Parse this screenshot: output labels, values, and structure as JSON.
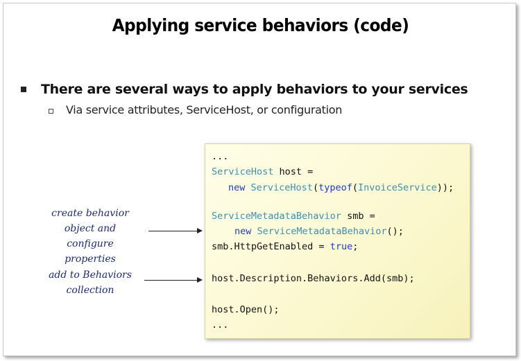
{
  "slide": {
    "title": "Applying service behaviors (code)",
    "bullet_level1": "There are several ways to apply behaviors to your services",
    "bullet_level2": "Via service attributes, ServiceHost, or configuration"
  },
  "code": {
    "line1": "...",
    "line2_type": "ServiceHost",
    "line2_rest": " host =",
    "line3_kw_new": "new",
    "line3_type": "ServiceHost",
    "line3_open": "(",
    "line3_kw_typeof": "typeof",
    "line3_paren": "(",
    "line3_type2": "InvoiceService",
    "line3_close": "));",
    "line5_type": "ServiceMetadataBehavior",
    "line5_rest": " smb =",
    "line6_kw_new": "new",
    "line6_type": "ServiceMetadataBehavior",
    "line6_rest": "();",
    "line7_prefix": "smb.HttpGetEnabled = ",
    "line7_kw": "true",
    "line7_suffix": ";",
    "line9": "host.Description.Behaviors.Add(smb);",
    "line11": "host.Open();",
    "line12": "..."
  },
  "annotations": {
    "note1_line1": "create behavior",
    "note1_line2": "object and configure",
    "note1_line3": "properties",
    "note2_line1": "add to Behaviors",
    "note2_line2": "collection"
  },
  "colors": {
    "keyword": "#1f3ac8",
    "type": "#3d8fb0",
    "annotation": "#1a2a6e",
    "code_background": "#fbf8cf"
  }
}
